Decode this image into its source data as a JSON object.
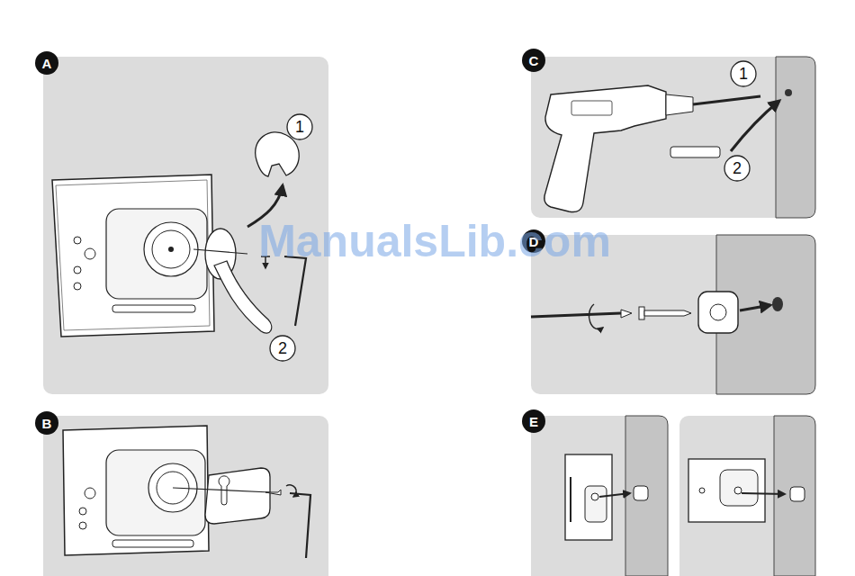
{
  "diagram": {
    "labels": [
      "A",
      "1",
      "2",
      "B",
      "C",
      "1",
      "2",
      "D",
      "E",
      "ManualsLib.com"
    ]
  }
}
